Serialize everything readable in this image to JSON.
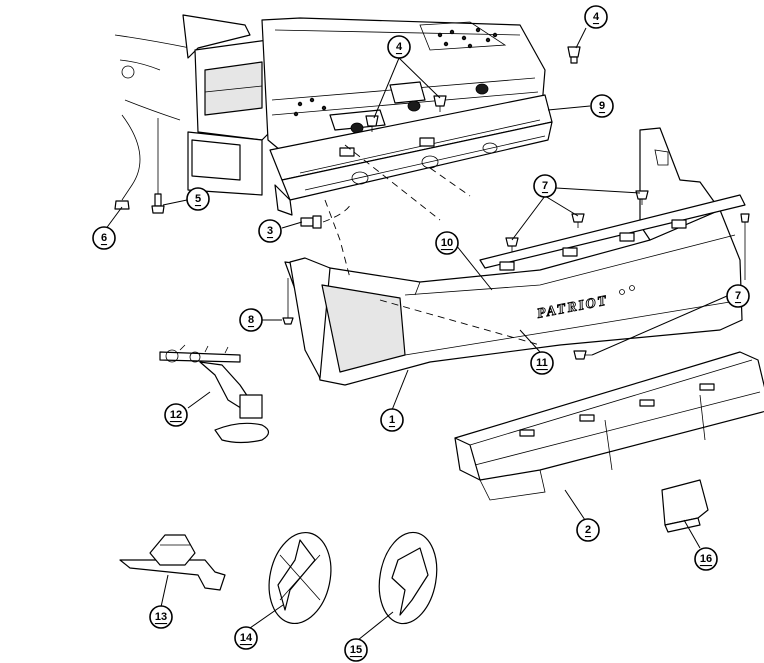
{
  "diagram": {
    "emblem_text": "PATRIOT",
    "callouts": [
      {
        "id": "callout-4-top",
        "label": "4"
      },
      {
        "id": "callout-4-mid",
        "label": "4"
      },
      {
        "id": "callout-9",
        "label": "9"
      },
      {
        "id": "callout-5",
        "label": "5"
      },
      {
        "id": "callout-6",
        "label": "6"
      },
      {
        "id": "callout-3",
        "label": "3"
      },
      {
        "id": "callout-7-top",
        "label": "7"
      },
      {
        "id": "callout-7-right",
        "label": "7"
      },
      {
        "id": "callout-10",
        "label": "10"
      },
      {
        "id": "callout-8",
        "label": "8"
      },
      {
        "id": "callout-11",
        "label": "11"
      },
      {
        "id": "callout-12",
        "label": "12"
      },
      {
        "id": "callout-1",
        "label": "1"
      },
      {
        "id": "callout-2",
        "label": "2"
      },
      {
        "id": "callout-16",
        "label": "16"
      },
      {
        "id": "callout-13",
        "label": "13"
      },
      {
        "id": "callout-14",
        "label": "14"
      },
      {
        "id": "callout-15",
        "label": "15"
      }
    ]
  }
}
